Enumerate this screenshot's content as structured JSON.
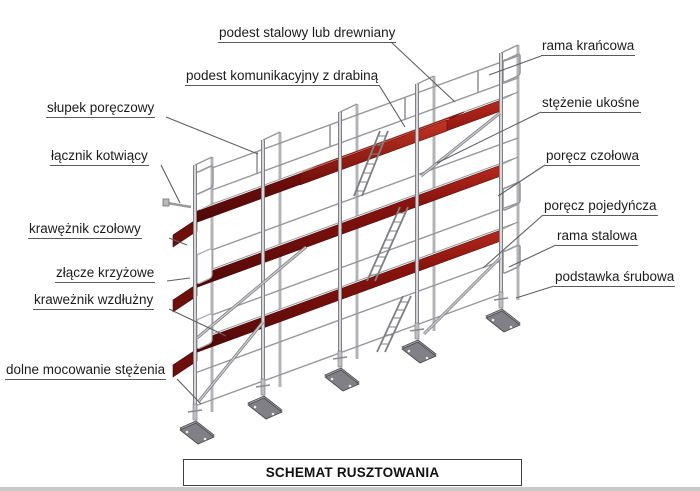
{
  "diagram": {
    "title_box": "SCHEMAT RUSZTOWANIA",
    "subject": "scaffolding-schematic",
    "colors": {
      "toe_board_red_top": "#b5291c",
      "toe_board_red_dark": "#4f0808",
      "comm_deck_red": "#c2331f",
      "deck_gray": "#dadadc",
      "tube_gray": "#98989c",
      "base_plate_gray": "#808086",
      "label_text": "#1c1c1c",
      "leader_line": "#5f5f63"
    },
    "labels": [
      {
        "id": "podest-stalowy",
        "text": "podest stalowy lub drewniany"
      },
      {
        "id": "podest-komunikacyjny",
        "text": "podest komunikacyjny z drabiną"
      },
      {
        "id": "slupek-poreczowy",
        "text": "słupek poręczowy"
      },
      {
        "id": "lacznik-kotwiacy",
        "text": "łącznik kotwiący"
      },
      {
        "id": "krawezniк-czolowy",
        "text": "krawężnik czołowy"
      },
      {
        "id": "zlacze-krzyzowe",
        "text": "złącze  krzyżowe"
      },
      {
        "id": "kraweznik-wzdluzny",
        "text": "kraweżnik wzdłużny"
      },
      {
        "id": "dolne-mocowanie",
        "text": "dolne mocowanie stężenia"
      },
      {
        "id": "rama-krancowa",
        "text": "rama krańcowa"
      },
      {
        "id": "stezenie-ukosne",
        "text": "stężenie ukośne"
      },
      {
        "id": "porecz-czolowa",
        "text": "poręcz czołowa"
      },
      {
        "id": "porecz-pojedyncza",
        "text": "poręcz pojedyńcza"
      },
      {
        "id": "rama-stalowa",
        "text": "rama stalowa"
      },
      {
        "id": "podstawka-srubowa",
        "text": "podstawka śrubowa"
      }
    ]
  }
}
